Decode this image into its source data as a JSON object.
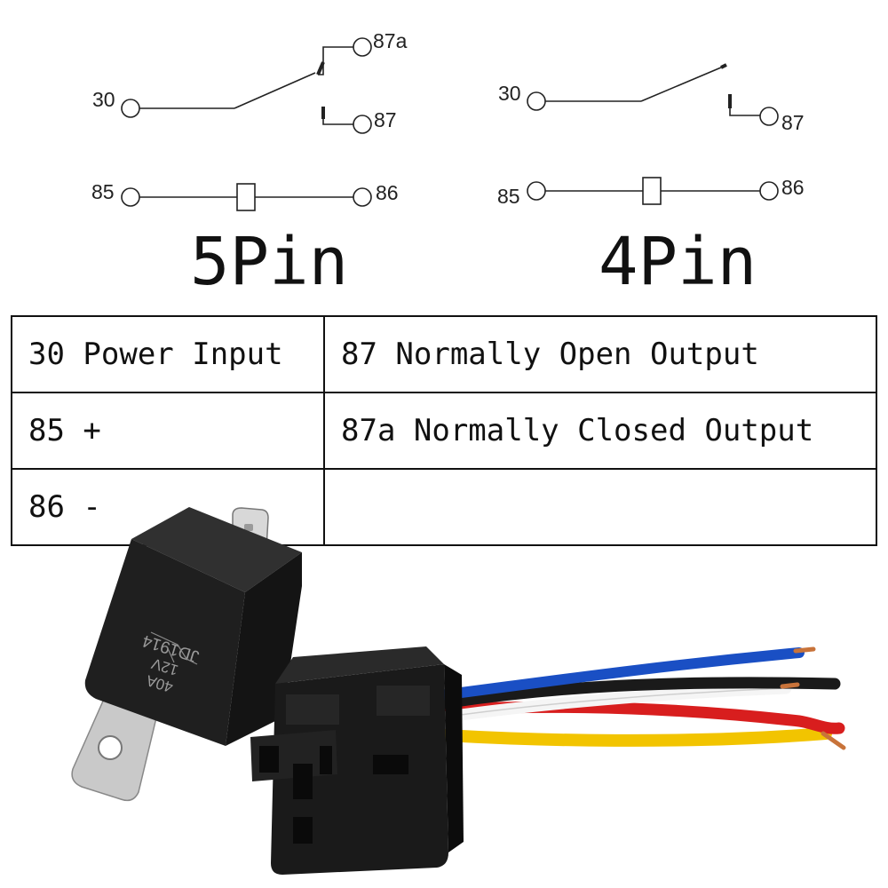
{
  "diagrams": {
    "five_pin": {
      "title": "5Pin",
      "pins": {
        "p30": "30",
        "p87a": "87a",
        "p87": "87",
        "p85": "85",
        "p86": "86"
      }
    },
    "four_pin": {
      "title": "4Pin",
      "pins": {
        "p30": "30",
        "p87": "87",
        "p85": "85",
        "p86": "86"
      }
    }
  },
  "pin_table": {
    "rows": [
      [
        "30 Power Input",
        "87 Normally Open Output"
      ],
      [
        "85 +",
        "87a Normally Closed Output"
      ],
      [
        "86 -",
        ""
      ]
    ]
  },
  "product": {
    "relay_markings": {
      "model": "JD1914",
      "voltage": "12V",
      "current": "40A"
    },
    "wire_colors": [
      "#1a4fc4",
      "#1a1a1a",
      "#f5f5f5",
      "#d81e1e",
      "#f2c400"
    ]
  }
}
